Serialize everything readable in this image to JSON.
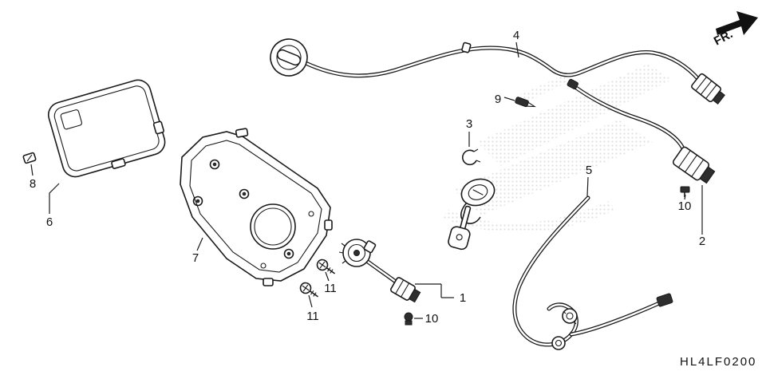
{
  "diagram": {
    "code": "HL4LF0200",
    "fr_label": "FR.",
    "callouts": [
      {
        "id": "1"
      },
      {
        "id": "2"
      },
      {
        "id": "3"
      },
      {
        "id": "4"
      },
      {
        "id": "5"
      },
      {
        "id": "6"
      },
      {
        "id": "7"
      },
      {
        "id": "8"
      },
      {
        "id": "9"
      },
      {
        "id": "10"
      },
      {
        "id": "10"
      },
      {
        "id": "11"
      },
      {
        "id": "11"
      }
    ]
  }
}
